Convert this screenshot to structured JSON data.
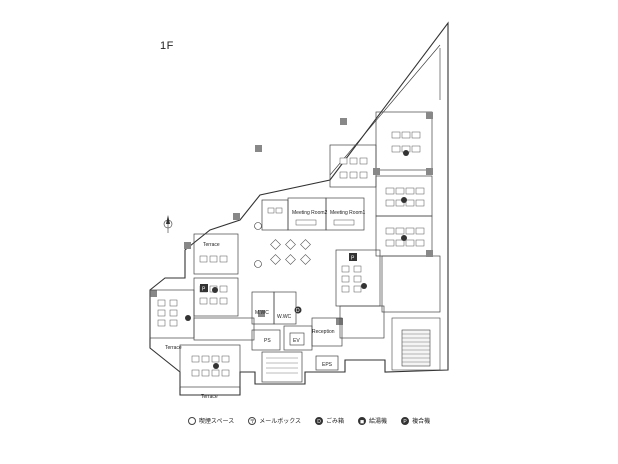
{
  "floor": "1F",
  "rooms": {
    "meeting_room_2": "Meeting Room2",
    "meeting_room_1": "Meeting Room1",
    "terrace_upper": "Terrace",
    "terrace_left": "Terrace",
    "terrace_bottom": "Terrace",
    "reception": "Reception",
    "ps": "PS",
    "ev": "EV",
    "eps": "EPS",
    "mwc": "M.WC",
    "wwc": "W.WC"
  },
  "legend": [
    {
      "icon": "smoking-space-icon",
      "symbol": "",
      "label": "喫煙スペース"
    },
    {
      "icon": "mailbox-icon",
      "symbol": "〒",
      "label": "メールボックス"
    },
    {
      "icon": "trash-icon",
      "symbol": "D",
      "label": "ごみ箱"
    },
    {
      "icon": "water-heater-icon",
      "symbol": "◼",
      "label": "給湯機"
    },
    {
      "icon": "multifunction-printer-icon",
      "symbol": "P",
      "label": "複合機"
    }
  ]
}
